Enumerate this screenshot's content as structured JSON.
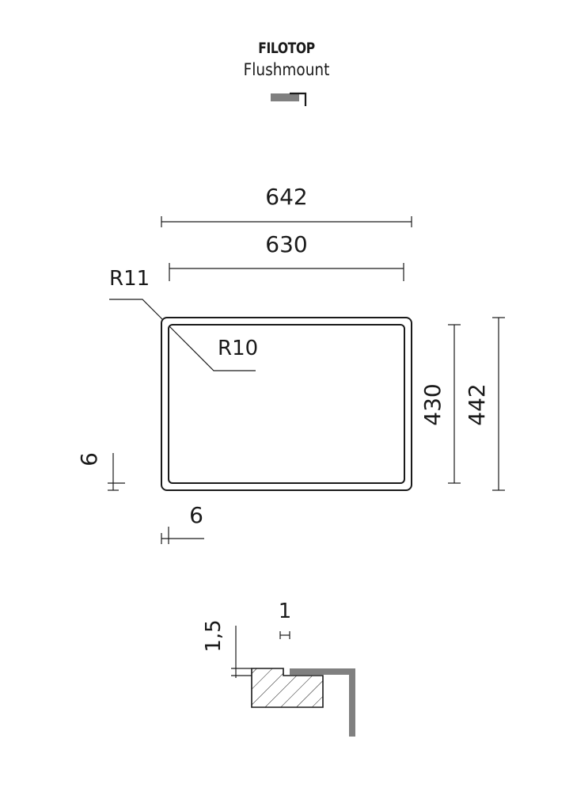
{
  "header": {
    "title": "FILOTOP",
    "subtitle": "Flushmount",
    "icon": "flushmount-profile-icon"
  },
  "top_view": {
    "outer_width": "642",
    "inner_width": "630",
    "outer_radius": "R11",
    "inner_radius": "R10",
    "inner_height": "430",
    "outer_height": "442",
    "rim_vertical": "6",
    "rim_horizontal": "6"
  },
  "section_view": {
    "step_height": "1,5",
    "step_width": "1"
  },
  "colors": {
    "line": "#1a1a1a",
    "profile_grey": "#808080",
    "hatch": "#1a1a1a"
  }
}
